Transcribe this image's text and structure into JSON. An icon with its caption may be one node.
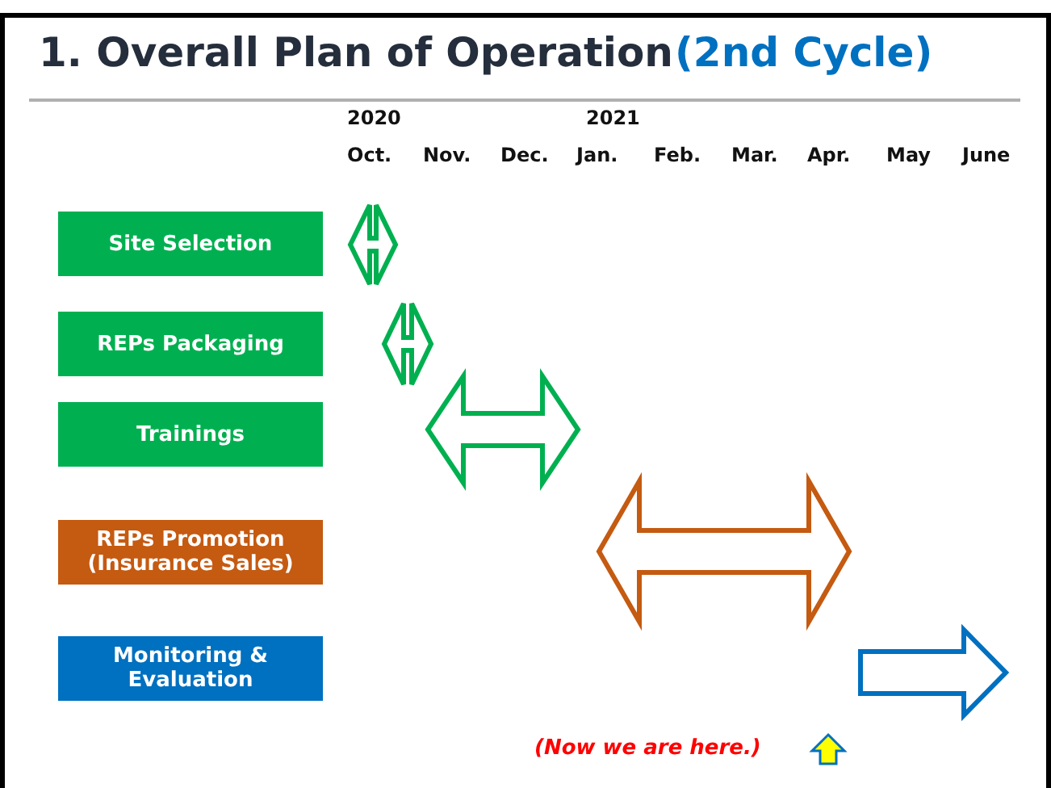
{
  "diagram": {
    "title": "1. Overall Plan of Operation",
    "nodes": [
      {
        "text": [
          "Site Selection"
        ]
      },
      {
        "text": [
          "REPs Packaging"
        ]
      },
      {
        "text": [
          "Trainings"
        ]
      },
      {
        "text": [
          "REPs Promotion (Insurance Sales)"
        ]
      },
      {
        "text": [
          "Monitoring & Evaluation"
        ]
      }
    ],
    "labels": [
      "(2nd Cycle)",
      "2020",
      "2021",
      "Oct.",
      "Nov.",
      "Dec.",
      "Jan.",
      "Feb.",
      "Mar.",
      "Apr.",
      "May",
      "June",
      "(Now we are here.)"
    ]
  }
}
